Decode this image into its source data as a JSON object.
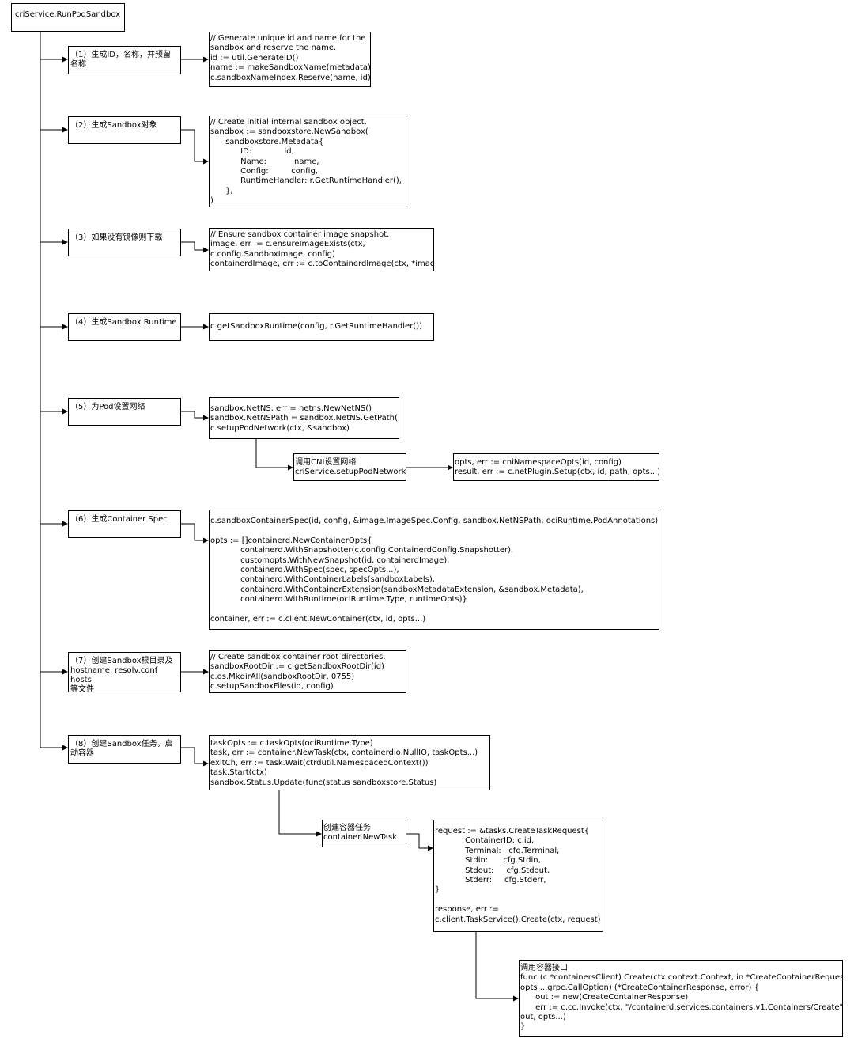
{
  "root": "criService.RunPodSandbox",
  "steps": {
    "s1": "（1）生成ID，名称，并预留\n名称",
    "s2": "（2）生成Sandbox对象",
    "s3": "（3）如果没有镜像则下载",
    "s4": "（4）生成Sandbox Runtime",
    "s5": "（5）为Pod设置网络",
    "s6": "（6）生成Container Spec",
    "s7": "（7）创建Sandbox根目录及\nhostname, resolv.conf hosts\n等文件",
    "s8": "（8）创建Sandbox任务，启\n动容器"
  },
  "code": {
    "c1": "// Generate unique id and name for the\nsandbox and reserve the name.\nid := util.GenerateID()\nname := makeSandboxName(metadata)\nc.sandboxNameIndex.Reserve(name, id)",
    "c2": "// Create initial internal sandbox object.\nsandbox := sandboxstore.NewSandbox(\n      sandboxstore.Metadata{\n            ID:             id,\n            Name:           name,\n            Config:         config,\n            RuntimeHandler: r.GetRuntimeHandler(),\n      },\n)",
    "c3": "// Ensure sandbox container image snapshot.\nimage, err := c.ensureImageExists(ctx,\nc.config.SandboxImage, config)\ncontainerdImage, err := c.toContainerdImage(ctx, *image)",
    "c4": "c.getSandboxRuntime(config, r.GetRuntimeHandler())",
    "c5": "sandbox.NetNS, err = netns.NewNetNS()\nsandbox.NetNSPath = sandbox.NetNS.GetPath()\nc.setupPodNetwork(ctx, &sandbox)",
    "c5b": "调用CNI设置网络\ncriService.setupPodNetwork",
    "c5c": "opts, err := cniNamespaceOpts(id, config)\nresult, err := c.netPlugin.Setup(ctx, id, path, opts...)",
    "c6": "c.sandboxContainerSpec(id, config, &image.ImageSpec.Config, sandbox.NetNSPath, ociRuntime.PodAnnotations)\n\nopts := []containerd.NewContainerOpts{\n            containerd.WithSnapshotter(c.config.ContainerdConfig.Snapshotter),\n            customopts.WithNewSnapshot(id, containerdImage),\n            containerd.WithSpec(spec, specOpts...),\n            containerd.WithContainerLabels(sandboxLabels),\n            containerd.WithContainerExtension(sandboxMetadataExtension, &sandbox.Metadata),\n            containerd.WithRuntime(ociRuntime.Type, runtimeOpts)}\n\ncontainer, err := c.client.NewContainer(ctx, id, opts...)",
    "c7": "// Create sandbox container root directories.\nsandboxRootDir := c.getSandboxRootDir(id)\nc.os.MkdirAll(sandboxRootDir, 0755)\nc.setupSandboxFiles(id, config)",
    "c8": "taskOpts := c.taskOpts(ociRuntime.Type)\ntask, err := container.NewTask(ctx, containerdio.NullIO, taskOpts...)\nexitCh, err := task.Wait(ctrdutil.NamespacedContext())\ntask.Start(ctx)\nsandbox.Status.Update(func(status sandboxstore.Status)",
    "c8b": "创建容器任务\ncontainer.NewTask",
    "c8c": "request := &tasks.CreateTaskRequest{\n            ContainerID: c.id,\n            Terminal:   cfg.Terminal,\n            Stdin:      cfg.Stdin,\n            Stdout:     cfg.Stdout,\n            Stderr:     cfg.Stderr,\n}\n\nresponse, err :=\nc.client.TaskService().Create(ctx, request)",
    "c8d": "调用容器接口\nfunc (c *containersClient) Create(ctx context.Context, in *CreateContainerRequest,\nopts ...grpc.CallOption) (*CreateContainerResponse, error) {\n      out := new(CreateContainerResponse)\n      err := c.cc.Invoke(ctx, \"/containerd.services.containers.v1.Containers/Create\", in,\nout, opts...)\n}"
  }
}
